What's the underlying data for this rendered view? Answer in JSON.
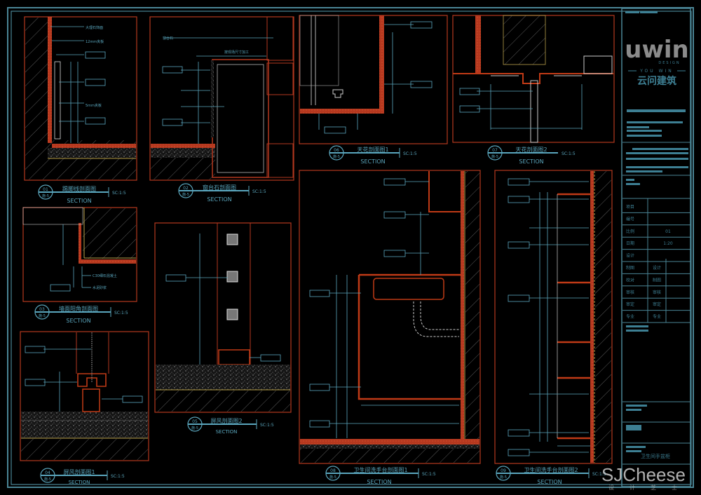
{
  "colors": {
    "background": "#000000",
    "frame": "#4a8595",
    "annotation": "#5aa6bd",
    "panel_border": "#b5381f",
    "wall_fill": "#c03a16",
    "hatch": "#6a6a6a",
    "brand_gray": "#8b8b8b",
    "brand_blue": "#3d7f93",
    "yellow_line": "#b9a04a"
  },
  "title_block": {
    "logo_main": "uwin",
    "logo_sub": "DESIGN",
    "logo_tagline": "YOU WIN",
    "logo_cn": "云问建筑",
    "drawing_name": "卫生间手盆柜",
    "rows_left": [
      "项目",
      "编号",
      "比例",
      "日期",
      "设计",
      "制图",
      "校对",
      "审核",
      "审定",
      "专业"
    ],
    "rows_mid": [
      "",
      "",
      "01",
      "1:20",
      "",
      "设计",
      "制图",
      "审核",
      "审定",
      "专业"
    ]
  },
  "sections": [
    {
      "id": "s1",
      "num": "01",
      "title": "踢脚线剖面图",
      "caption": "SECTION",
      "scale": "SC:1:5"
    },
    {
      "id": "s2",
      "num": "02",
      "title": "窗台石剖面图",
      "caption": "SECTION",
      "scale": "SC:1:5"
    },
    {
      "id": "s3",
      "num": "03",
      "title": "墙面阳角剖面图",
      "caption": "SECTION",
      "scale": "SC:1:5"
    },
    {
      "id": "s4",
      "num": "04",
      "title": "屏风剖面图1",
      "caption": "SECTION",
      "scale": "SC:1:5"
    },
    {
      "id": "s5",
      "num": "05",
      "title": "屏风剖面图2",
      "caption": "SECTION",
      "scale": "SC:1:5"
    },
    {
      "id": "s6",
      "num": "06",
      "title": "天花剖面图1",
      "caption": "SECTION",
      "scale": "SC:1:5"
    },
    {
      "id": "s7",
      "num": "07",
      "title": "天花剖面图2",
      "caption": "SECTION",
      "scale": "SC:1:5"
    },
    {
      "id": "s8",
      "num": "08",
      "title": "卫生间洗手台剖面图1",
      "caption": "SECTION",
      "scale": "SC:1:5"
    },
    {
      "id": "s9",
      "num": "09",
      "title": "卫生间洗手台剖面图2",
      "caption": "SECTION",
      "scale": "SC:1:5"
    }
  ],
  "sheet_ref": "施-5",
  "watermark": {
    "main": "SJCheese",
    "sub": "设计芝士"
  }
}
